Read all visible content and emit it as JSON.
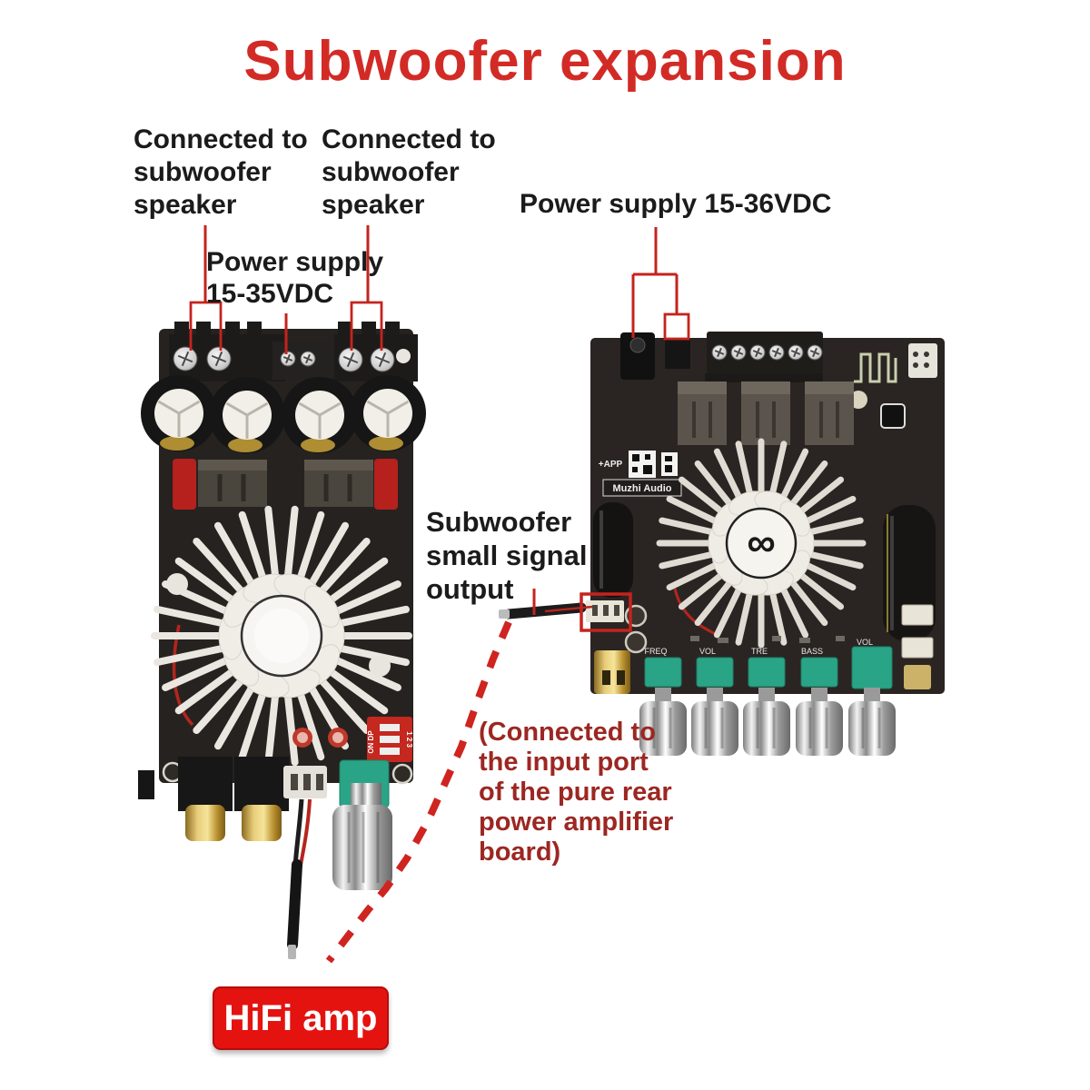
{
  "title": {
    "text": "Subwoofer expansion"
  },
  "callouts": {
    "speaker_left": {
      "text": "Connected to\nsubwoofer\nspeaker"
    },
    "speaker_right": {
      "text": "Connected to\nsubwoofer\nspeaker"
    },
    "power_left": {
      "text": "Power supply\n15-35VDC"
    },
    "power_right": {
      "text": "Power supply 15-36VDC"
    },
    "sub_output": {
      "text": "Subwoofer\nsmall signal\noutput"
    },
    "sub_note": {
      "text": "(Connected to\nthe input port\nof the pure rear\npower amplifier\nboard)"
    }
  },
  "badge": {
    "label": "HiFi amp"
  },
  "boards": {
    "left": {
      "dip_on": "ON DP",
      "dip_numbers": "1 2 3"
    },
    "right": {
      "app_label": "+APP",
      "brand": "Muzhi Audio",
      "fan_logo": "∞",
      "knob_labels": [
        "FREQ",
        "VOL",
        "TRE",
        "BASS",
        "VOL"
      ]
    }
  },
  "colors": {
    "title_red": "#d22b26",
    "annotation_line_red": "#c5231e",
    "note_text_red": "#9c2722",
    "badge_red": "#e41310",
    "text_black": "#1b1b1b",
    "pot_teal": "#2aa487"
  }
}
